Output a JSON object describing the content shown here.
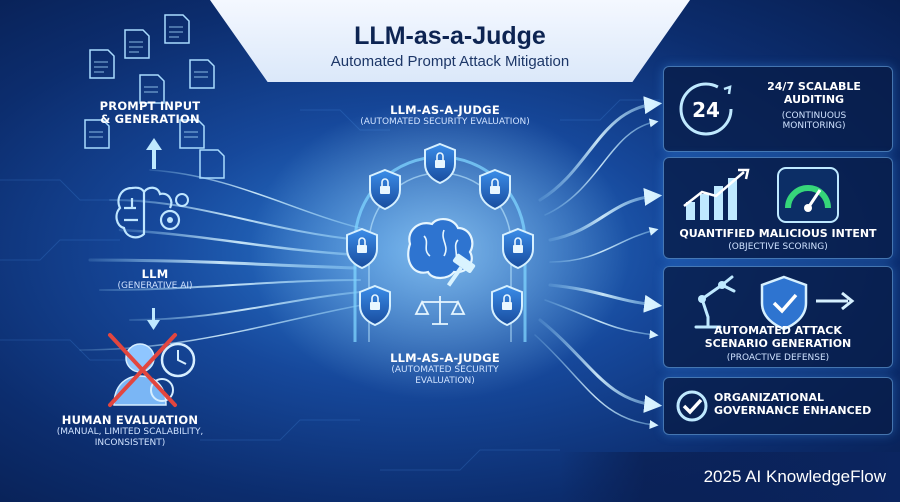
{
  "title": {
    "main": "LLM-as-a-Judge",
    "sub": "Automated Prompt Attack Mitigation"
  },
  "left_column": {
    "prompt": {
      "title_line1": "PROMPT INPUT",
      "title_line2": "& GENERATION"
    },
    "llm": {
      "title": "LLM",
      "sub": "(GENERATIVE AI)"
    },
    "human": {
      "title": "HUMAN EVALUATION",
      "sub_line1": "(MANUAL, LIMITED SCALABILITY,",
      "sub_line2": "INCONSISTENT)"
    }
  },
  "center": {
    "top_label": {
      "title": "LLM-AS-A-JUDGE",
      "sub": "(AUTOMATED SECURITY EVALUATION)"
    },
    "bottom_label": {
      "title": "LLM-AS-A-JUDGE",
      "sub_line1": "(AUTOMATED SECURITY",
      "sub_line2": "EVALUATION)"
    }
  },
  "cards": [
    {
      "icon": "clock-24-icon",
      "badge": "24",
      "title_line1": "24/7 SCALABLE",
      "title_line2": "AUDITING",
      "sub_line1": "(CONTINUOUS",
      "sub_line2": "MONITORING)"
    },
    {
      "icon": "bar-chart-gauge-icon",
      "title_line1": "QUANTIFIED MALICIOUS INTENT",
      "sub_line1": "(OBJECTIVE SCORING)"
    },
    {
      "icon": "robot-arm-shield-icon",
      "title_line1": "AUTOMATED ATTACK",
      "title_line2": "SCENARIO GENERATION",
      "sub_line1": "(PROACTIVE DEFENSE)"
    },
    {
      "icon": "check-circle-icon",
      "title_line1": "ORGANIZATIONAL",
      "title_line2": "GOVERNANCE ENHANCED"
    }
  ],
  "footer": {
    "text": "2025 AI KnowledgeFlow"
  },
  "colors": {
    "background_deep": "#081f52",
    "background_glow": "#2f7fd6",
    "accent_cyan": "#7fd4ff",
    "flow_light": "#bfe9ff",
    "reject_red": "#e2463f",
    "title_text": "#0d2452",
    "gauge_green": "#36d67a"
  }
}
